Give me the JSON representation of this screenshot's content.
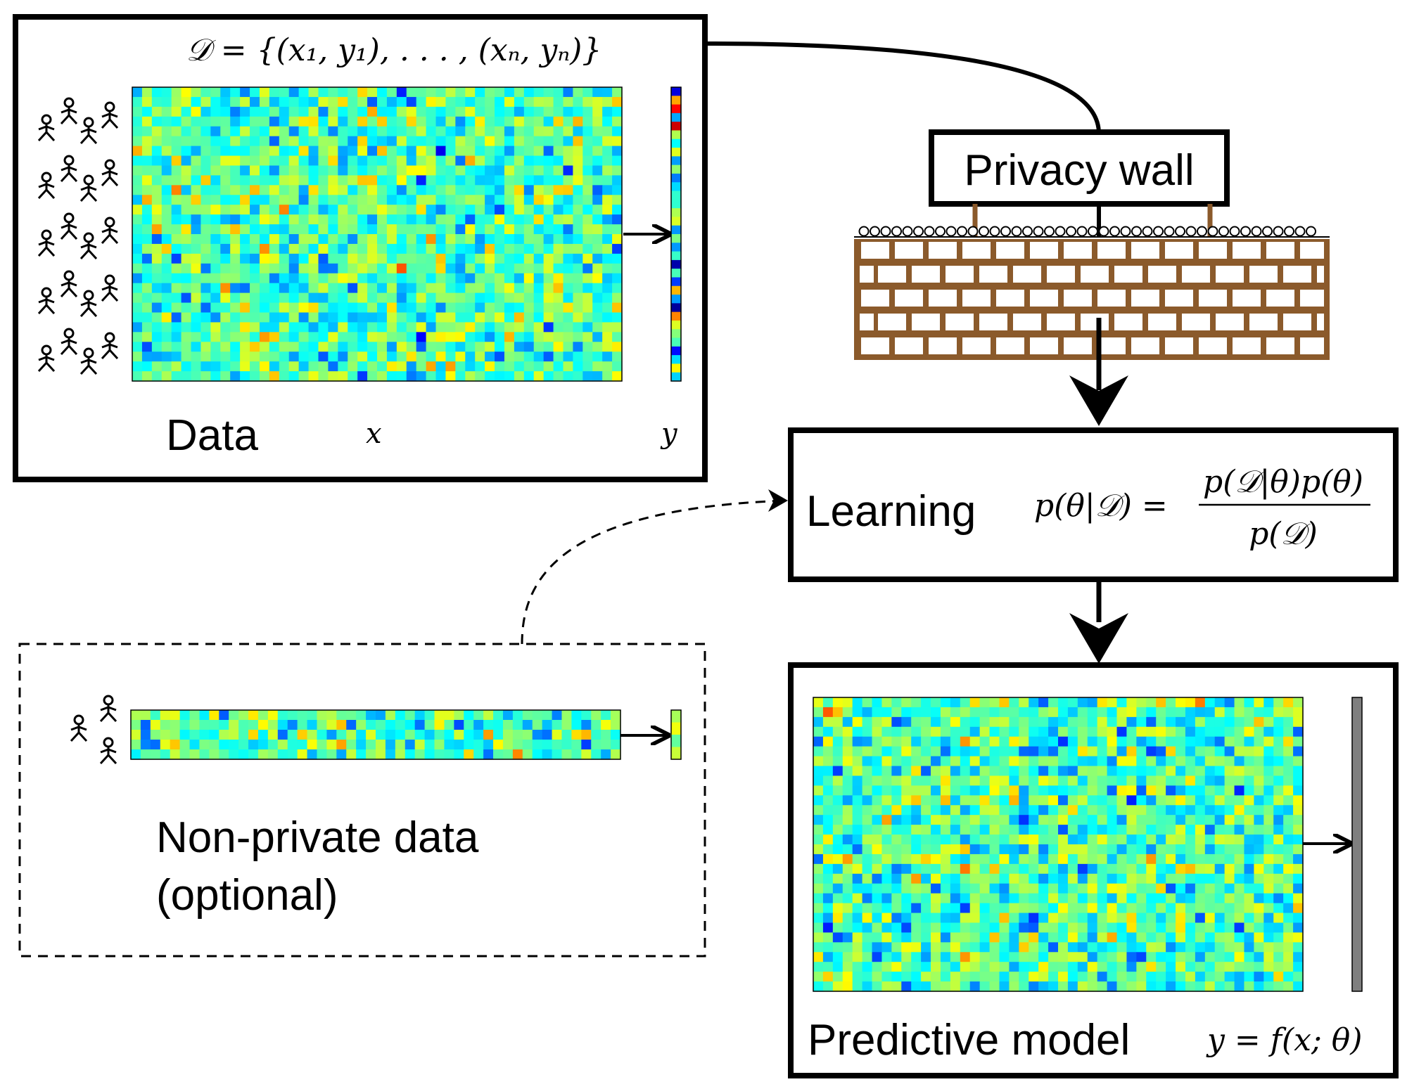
{
  "data_box": {
    "formula": "𝒟 = {(x₁, y₁), . . . , (xₙ, yₙ)}",
    "title": "Data",
    "x_label": "x",
    "y_label": "y"
  },
  "privacy_wall": {
    "label": "Privacy wall"
  },
  "learning": {
    "label": "Learning",
    "lhs": "p(θ|𝒟) =",
    "numerator": "p(𝒟|θ)p(θ)",
    "denominator": "p(𝒟)"
  },
  "non_private": {
    "label_line1": "Non-private data",
    "label_line2": "(optional)"
  },
  "predictive_model": {
    "label": "Predictive model",
    "formula": "y = f(x; θ)"
  },
  "colors": {
    "box_stroke": "#000000",
    "wall_brown": "#8b5a2b",
    "prediction_bar": "#7f7f7f"
  }
}
